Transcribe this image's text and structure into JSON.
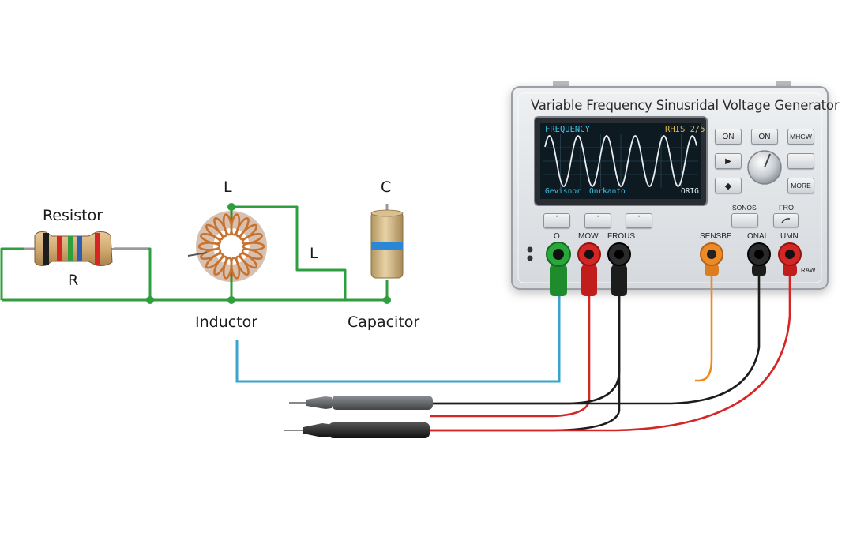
{
  "components": {
    "resistor": {
      "name": "Resistor",
      "symbol": "R"
    },
    "inductor": {
      "name": "Inductor",
      "symbol": "L",
      "symbol2": "L"
    },
    "capacitor": {
      "name": "Capacitor",
      "symbol": "C"
    }
  },
  "generator": {
    "title": "Variable Frequency Sinusridal Voltage Generator",
    "screen": {
      "top_left": "FREQUENCY",
      "top_right": "RHIS 2/5",
      "bottom_left": "Gevisnor",
      "bottom_mid": "Onrkanto",
      "bottom_right": "ORIG"
    },
    "buttons": {
      "on1": "ON",
      "on2": "ON",
      "mhgw": "MHGW",
      "play": "▶",
      "stop": "◆",
      "more": "MORE",
      "sonos": "SONOS",
      "fro": "FRO"
    },
    "jack_labels": {
      "o": "O",
      "mow": "MOW",
      "frous": "FROUS",
      "sensbe": "SENSBE",
      "onal": "ONAL",
      "umn": "UMN",
      "corner": "RAW"
    }
  },
  "colors": {
    "wire_green": "#2e9e3e",
    "wire_blue": "#3aa4d0",
    "lead_red": "#d52525",
    "lead_black": "#1c1c1c",
    "lead_orange": "#ee8a26",
    "screen_bg": "#0d1a22",
    "trace": "#e8eef2",
    "copper": "#c9722e"
  }
}
